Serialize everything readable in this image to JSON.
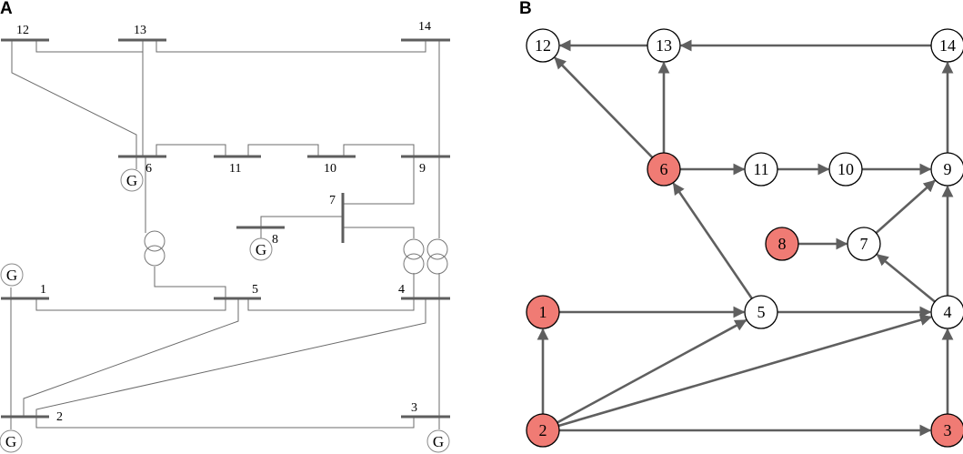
{
  "panel_a": {
    "letter": "A",
    "bus_labels": {
      "b1": "1",
      "b2": "2",
      "b3": "3",
      "b4": "4",
      "b5": "5",
      "b6": "6",
      "b7": "7",
      "b8": "8",
      "b9": "9",
      "b10": "10",
      "b11": "11",
      "b12": "12",
      "b13": "13",
      "b14": "14"
    },
    "generator_symbol": "G"
  },
  "panel_b": {
    "letter": "B",
    "nodes": [
      {
        "id": "1",
        "generator": true
      },
      {
        "id": "2",
        "generator": true
      },
      {
        "id": "3",
        "generator": true
      },
      {
        "id": "4",
        "generator": false
      },
      {
        "id": "5",
        "generator": false
      },
      {
        "id": "6",
        "generator": true
      },
      {
        "id": "7",
        "generator": false
      },
      {
        "id": "8",
        "generator": true
      },
      {
        "id": "9",
        "generator": false
      },
      {
        "id": "10",
        "generator": false
      },
      {
        "id": "11",
        "generator": false
      },
      {
        "id": "12",
        "generator": false
      },
      {
        "id": "13",
        "generator": false
      },
      {
        "id": "14",
        "generator": false
      }
    ],
    "edges": [
      [
        "2",
        "1"
      ],
      [
        "2",
        "5"
      ],
      [
        "2",
        "4"
      ],
      [
        "2",
        "3"
      ],
      [
        "1",
        "5"
      ],
      [
        "5",
        "4"
      ],
      [
        "3",
        "4"
      ],
      [
        "4",
        "7"
      ],
      [
        "4",
        "9"
      ],
      [
        "5",
        "6"
      ],
      [
        "8",
        "7"
      ],
      [
        "7",
        "9"
      ],
      [
        "6",
        "11"
      ],
      [
        "11",
        "10"
      ],
      [
        "10",
        "9"
      ],
      [
        "9",
        "14"
      ],
      [
        "6",
        "12"
      ],
      [
        "6",
        "13"
      ],
      [
        "14",
        "13"
      ],
      [
        "13",
        "12"
      ]
    ],
    "colors": {
      "generator_fill": "#f07b74",
      "load_fill": "#ffffff",
      "edge": "#5f5f5f"
    }
  }
}
